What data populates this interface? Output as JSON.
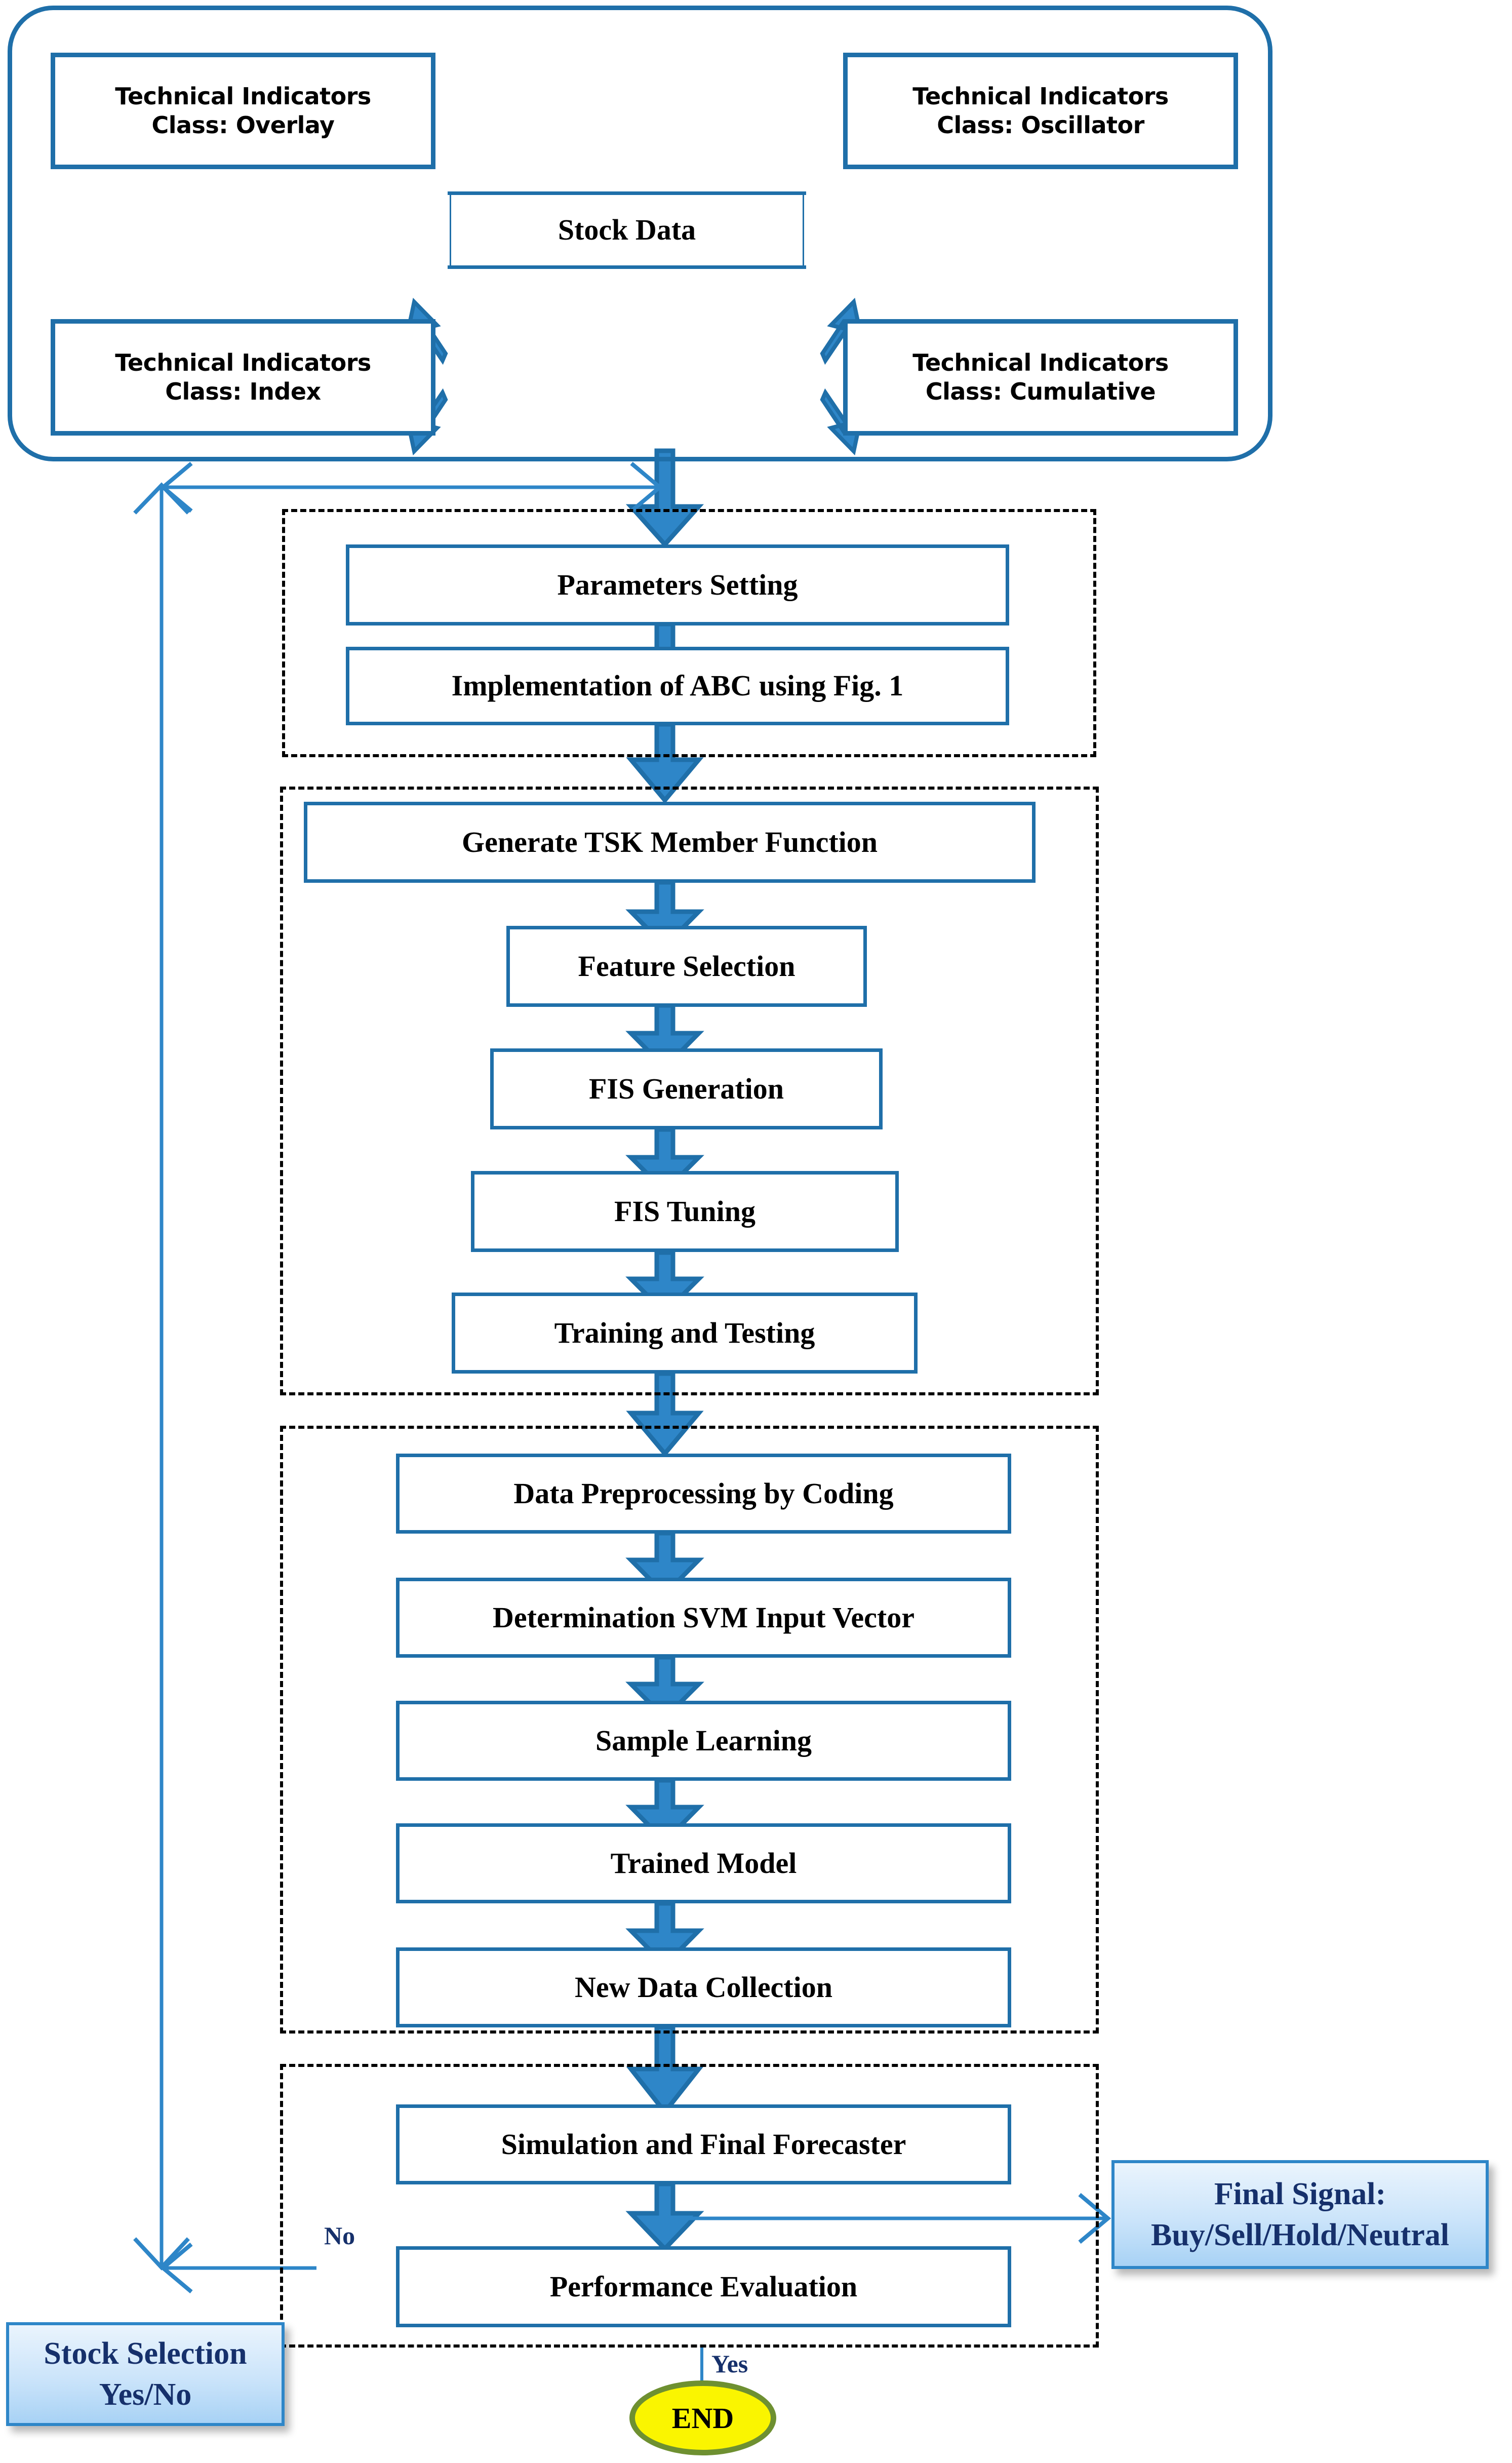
{
  "diagram": {
    "title_text": "",
    "colors": {
      "box_border": "#1F6FA9",
      "arrow_fill": "#2E86C8",
      "arrow_stroke": "#1F6FA9",
      "info_box_fill": "#A8D2F5",
      "info_box_border": "#2E86C8",
      "info_text": "#16306B",
      "end_fill": "#FAF500",
      "end_border": "#6E9031",
      "dashed_group": "#000000"
    }
  },
  "data_source_group": {
    "center_node": {
      "label": "Stock Data"
    },
    "indicator_nodes": [
      {
        "label_line1": "Technical Indicators",
        "label_line2": "Class: Overlay"
      },
      {
        "label_line1": "Technical Indicators",
        "label_line2": "Class: Oscillator"
      },
      {
        "label_line1": "Technical Indicators",
        "label_line2": "Class: Index"
      },
      {
        "label_line1": "Technical Indicators",
        "label_line2": "Class: Cumulative"
      }
    ]
  },
  "stage_abc": {
    "steps": [
      {
        "label": "Parameters  Setting"
      },
      {
        "label": "Implementation  of ABC using Fig. 1"
      }
    ]
  },
  "stage_fis": {
    "steps": [
      {
        "label": "Generate TSK Member Function"
      },
      {
        "label": "Feature Selection"
      },
      {
        "label": "FIS Generation"
      },
      {
        "label": "FIS Tuning"
      },
      {
        "label": "Training and Testing"
      }
    ]
  },
  "stage_svm": {
    "steps": [
      {
        "label": "Data Preprocessing  by Coding"
      },
      {
        "label": "Determination SVM Input Vector"
      },
      {
        "label": "Sample Learning"
      },
      {
        "label": "Trained  Model"
      },
      {
        "label": "New Data Collection"
      }
    ]
  },
  "stage_eval": {
    "steps": [
      {
        "label": "Simulation and Final Forecaster"
      },
      {
        "label": "Performance Evaluation"
      }
    ]
  },
  "side_outputs": {
    "final_signal": {
      "line1": "Final Signal:",
      "line2": "Buy/Sell/Hold/Neutral"
    },
    "stock_selection": {
      "line1": "Stock Selection",
      "line2": "Yes/No"
    }
  },
  "terminator": {
    "label": "END"
  },
  "edge_labels": {
    "no": "No",
    "yes": "Yes"
  }
}
